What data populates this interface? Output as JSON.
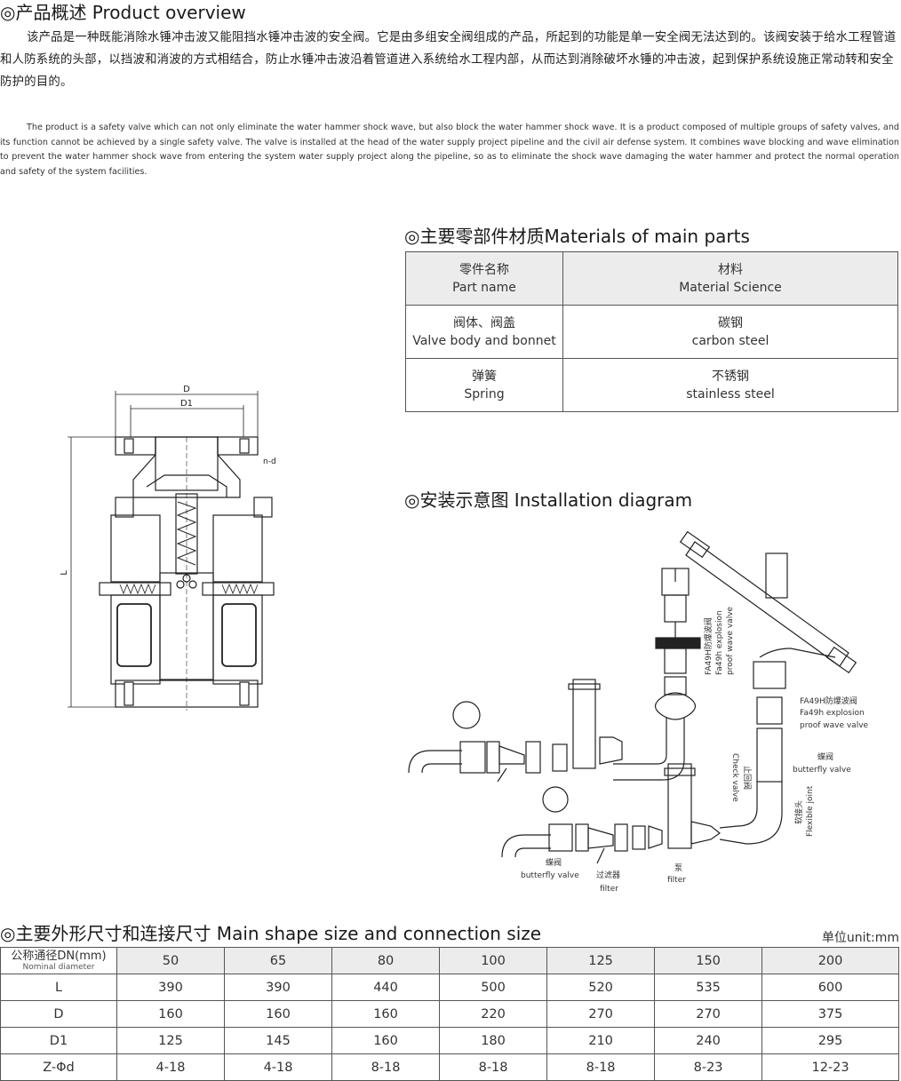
{
  "overview": {
    "title": "◎产品概述 Product overview",
    "zh": "该产品是一种既能消除水锤冲击波又能阻挡水锤冲击波的安全阀。它是由多组安全阀组成的产品，所起到的功能是单一安全阀无法达到的。该阀安装于给水工程管道和人防系统的头部，以挡波和消波的方式相结合，防止水锤冲击波沿着管道进入系统给水工程内部，从而达到消除破坏水锤的冲击波，起到保护系统设施正常动转和安全防护的目的。",
    "en": "The product is a safety valve which can not only eliminate the water hammer shock wave, but also block the water hammer shock wave. It is a product composed of multiple groups of safety valves, and its function cannot be achieved by a single safety valve. The valve is installed at the head of the water supply project pipeline and the civil air defense system. It combines wave blocking and wave elimination to prevent the water hammer shock wave from entering the system water supply project along the pipeline, so as to eliminate the shock wave damaging the water hammer and protect the normal operation and safety of the system facilities."
  },
  "drawing": {
    "D": "D",
    "D1": "D1",
    "L": "L",
    "nd": "n-d"
  },
  "materials": {
    "title": "◎主要零部件材质Materials of main parts",
    "header": {
      "part_zh": "零件名称",
      "part_en": "Part name",
      "mat_zh": "材料",
      "mat_en": "Material Science"
    },
    "rows": [
      {
        "part_zh": "阀体、阀盖",
        "part_en": "Valve body and bonnet",
        "mat_zh": "碳钢",
        "mat_en": "carbon steel"
      },
      {
        "part_zh": "弹簧",
        "part_en": "Spring",
        "mat_zh": "不锈钢",
        "mat_en": "stainless steel"
      }
    ]
  },
  "install": {
    "title": "◎安装示意图 Installation diagram",
    "labels": {
      "fa49_zh": "FA49H防爆波阀",
      "fa49_en1": "Fa49h explosion",
      "fa49_en2": "proof wave valve",
      "fa49b_zh": "FA49H防爆波阀",
      "fa49b_en1": "Fa49h explosion",
      "fa49b_en2": "proof wave valve",
      "bfly_zh": "蝶阀",
      "bfly_en": "butterfly valve",
      "check_zh": "止回阀",
      "check_en": "Check valve",
      "flex_zh": "软接头",
      "flex_en": "Flexible joint",
      "bfly2_zh": "蝶阀",
      "bfly2_en": "butterfly valve",
      "filter_zh": "过滤器",
      "filter_en": "filter",
      "pump_zh": "泵",
      "pump_en": "filter"
    }
  },
  "dimensions": {
    "title": "◎主要外形尺寸和连接尺寸 Main shape size and connection size",
    "unit": "单位unit:mm",
    "nominal_zh": "公称通径DN(mm)",
    "nominal_en": "Nominal diameter",
    "dn": [
      "50",
      "65",
      "80",
      "100",
      "125",
      "150",
      "200"
    ],
    "rows": [
      {
        "label": "L",
        "values": [
          "390",
          "390",
          "440",
          "500",
          "520",
          "535",
          "600"
        ]
      },
      {
        "label": "D",
        "values": [
          "160",
          "160",
          "160",
          "220",
          "270",
          "270",
          "375"
        ]
      },
      {
        "label": "D1",
        "values": [
          "125",
          "145",
          "160",
          "180",
          "210",
          "240",
          "295"
        ]
      },
      {
        "label": "Z-Φd",
        "values": [
          "4-18",
          "4-18",
          "8-18",
          "8-18",
          "8-18",
          "8-23",
          "12-23"
        ]
      }
    ]
  }
}
